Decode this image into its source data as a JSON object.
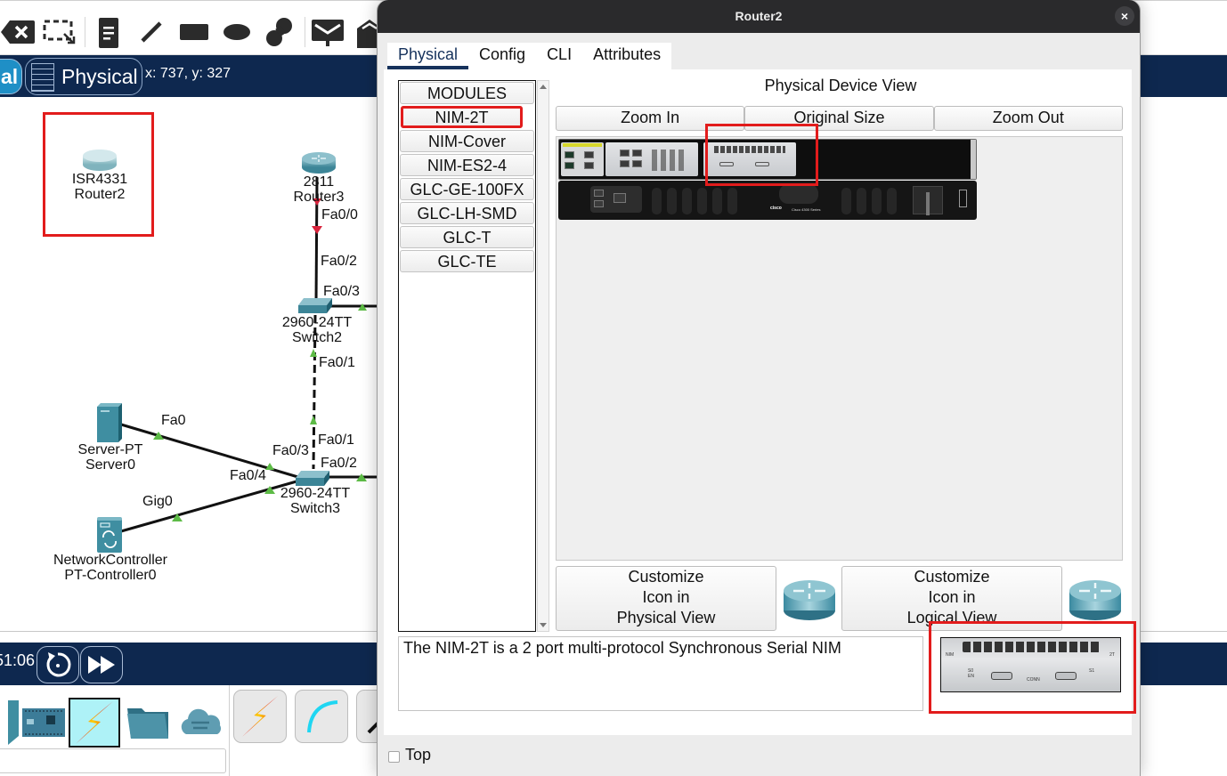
{
  "app": {
    "toolbar": {
      "icons": [
        "delete-icon",
        "resize-select-icon",
        "note-icon",
        "draw-line-icon",
        "rectangle-icon",
        "ellipse-icon",
        "freeform-icon",
        "pdu-message-icon",
        "complex-pdu-icon"
      ]
    },
    "navbar": {
      "logical_tab": "al",
      "physical_tab": "Physical",
      "coordinates": "x: 737, y: 327"
    },
    "topology": {
      "devices": [
        {
          "model": "ISR4331",
          "name": "Router2"
        },
        {
          "model": "2811",
          "name": "Router3"
        },
        {
          "model": "2960-24TT",
          "name": "Switch2"
        },
        {
          "model": "2960-24TT",
          "name": "Switch3"
        },
        {
          "model": "Server-PT",
          "name": "Server0"
        },
        {
          "model": "NetworkController",
          "name": "PT-Controller0"
        }
      ],
      "ports": {
        "r3_fa00": "Fa0/0",
        "sw2_fa02": "Fa0/2",
        "sw2_fa03": "Fa0/3",
        "sw2_fa01": "Fa0/1",
        "sw3_fa01": "Fa0/1",
        "sw3_fa02": "Fa0/2",
        "sw3_fa03": "Fa0/3",
        "sw3_fa04": "Fa0/4",
        "server_fa0": "Fa0",
        "ctrl_gig0": "Gig0"
      },
      "link_colors": {
        "down": "#d9233c",
        "up": "#5dbb46"
      }
    },
    "simbar": {
      "time": "51:06",
      "reset_icon": "power-cycle-icon",
      "fast_forward_icon": "fast-forward-icon"
    },
    "palette": {
      "categories": [
        "end-devices-icon",
        "components-icon",
        "connections-icon",
        "miscellaneous-icon",
        "multiuser-icon"
      ],
      "connections": [
        "automatic-connection-icon",
        "console-cable-icon",
        "straight-through-cable-icon"
      ]
    }
  },
  "dialog": {
    "title": "Router2",
    "close_label": "×",
    "tabs": [
      "Physical",
      "Config",
      "CLI",
      "Attributes"
    ],
    "active_tab": "Physical",
    "modules": {
      "header": "MODULES",
      "items": [
        "NIM-2T",
        "NIM-Cover",
        "NIM-ES2-4",
        "GLC-GE-100FX",
        "GLC-LH-SMD",
        "GLC-T",
        "GLC-TE"
      ],
      "selected": "NIM-2T"
    },
    "physical_view": {
      "title": "Physical Device View",
      "zoom_in": "Zoom In",
      "original_size": "Original Size",
      "zoom_out": "Zoom Out",
      "chassis_brand": "cisco",
      "chassis_series": "Cisco 4300 Series"
    },
    "customize_physical": [
      "Customize",
      "Icon in",
      "Physical View"
    ],
    "customize_logical": [
      "Customize",
      "Icon in",
      "Logical View"
    ],
    "description": "The NIM-2T is a 2 port multi-protocol Synchronous Serial NIM",
    "module_image_labels": {
      "left": "NIM",
      "right": "2T",
      "s0": "S0",
      "en": "EN",
      "conn": "CONN",
      "s1": "S1"
    },
    "top_checkbox": {
      "label": "Top",
      "checked": false
    },
    "highlight_color": "#e21c1c"
  }
}
